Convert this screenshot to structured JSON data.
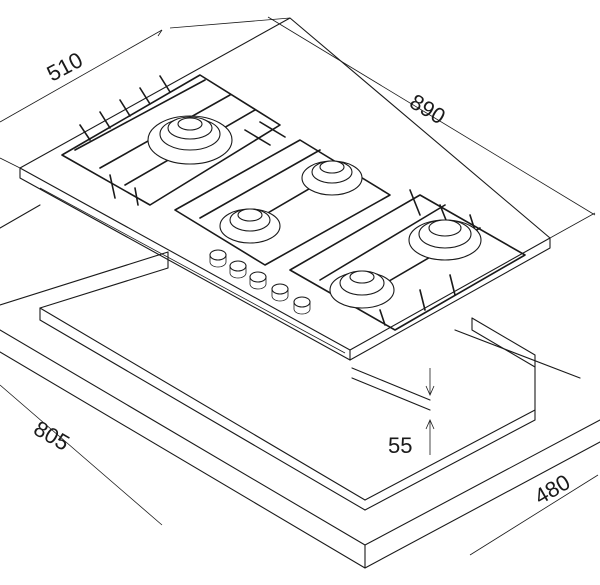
{
  "dimensions": {
    "hob_depth": "510",
    "hob_width": "890",
    "cutout_width": "805",
    "cutout_depth": "480",
    "hob_height": "55"
  }
}
